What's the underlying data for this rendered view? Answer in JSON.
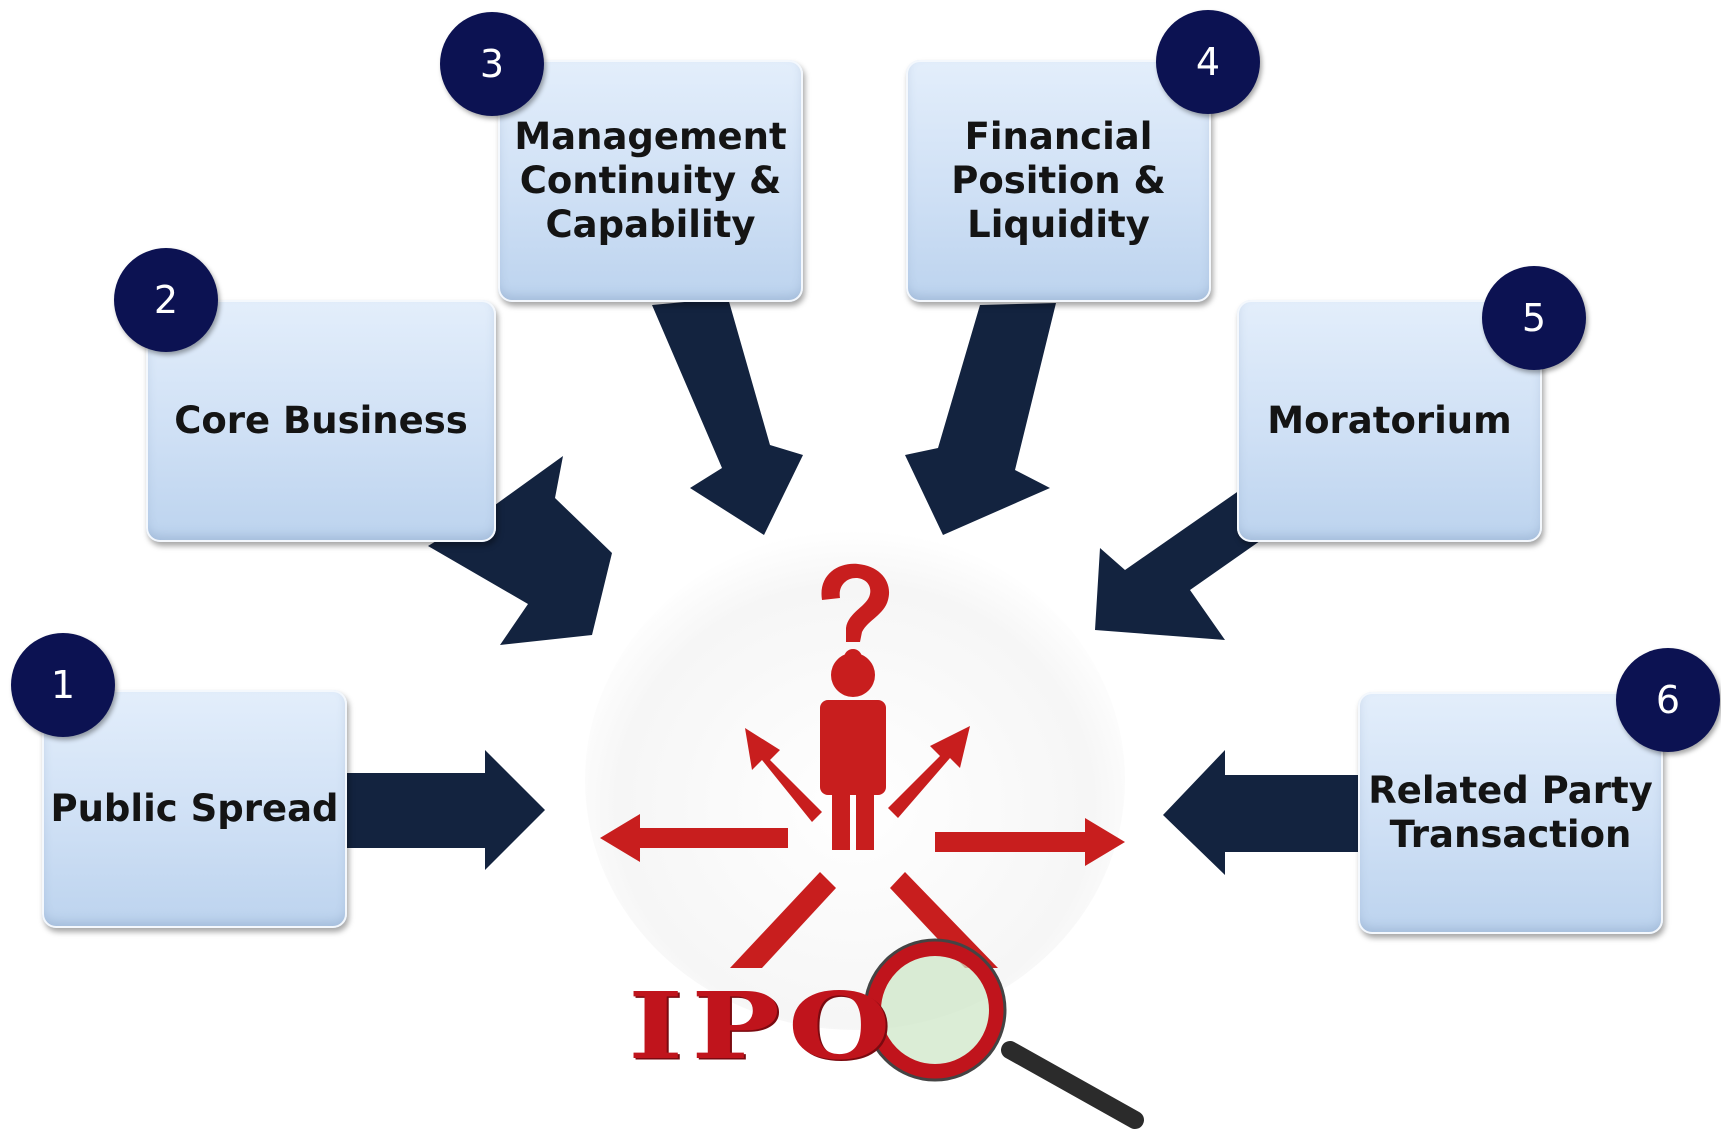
{
  "factors": [
    {
      "number": "1",
      "label": "Public Spread"
    },
    {
      "number": "2",
      "label": "Core Business"
    },
    {
      "number": "3",
      "label": "Management\nContinuity &\nCapability"
    },
    {
      "number": "4",
      "label": "Financial\nPosition &\nLiquidity"
    },
    {
      "number": "5",
      "label": "Moratorium"
    },
    {
      "number": "6",
      "label": "Related Party\nTransaction"
    }
  ],
  "center": {
    "logo_text": "IPO",
    "question_mark": "?"
  },
  "colors": {
    "arrow": "#13233f",
    "badge": "#0c1252",
    "box": "#cfe0f5",
    "figure": "#c81e1e"
  }
}
